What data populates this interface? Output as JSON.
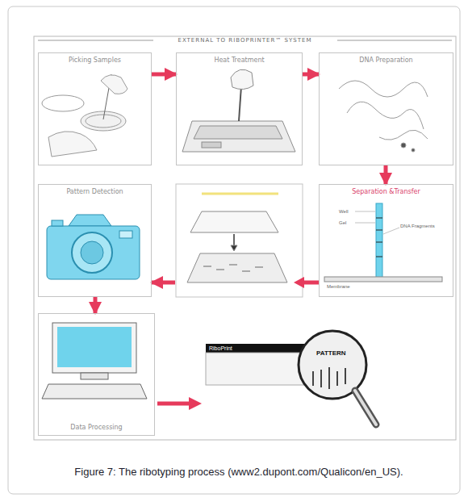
{
  "diagram": {
    "title": "EXTERNAL TO RIBOPRINTER™ SYSTEM",
    "caption": "Figure 7: The ribotyping process (www2.dupont.com/Qualicon/en_US).",
    "nodes": [
      {
        "text": [
          "Picking Samples"
        ]
      },
      {
        "text": [
          "Heat Treatment"
        ]
      },
      {
        "text": [
          "DNA Preparation"
        ]
      },
      {
        "text": [
          "Separation &Transfer"
        ]
      },
      {
        "text": [
          "Pattern Detection"
        ]
      },
      {
        "text": [
          "Data Processing"
        ]
      }
    ],
    "edges": [
      {
        "from": 0,
        "to": 1,
        "arrow": "to"
      },
      {
        "from": 1,
        "to": 2,
        "arrow": "to"
      },
      {
        "from": 2,
        "to": 3,
        "arrow": "to"
      },
      {
        "from": 3,
        "to": 4,
        "arrow": "to"
      },
      {
        "from": 4,
        "to": 5,
        "arrow": "to"
      }
    ],
    "labels": [
      "Well",
      "Gel",
      "DNA Fragments",
      "Membrane",
      "RiboPrint",
      "PATTERN"
    ]
  }
}
